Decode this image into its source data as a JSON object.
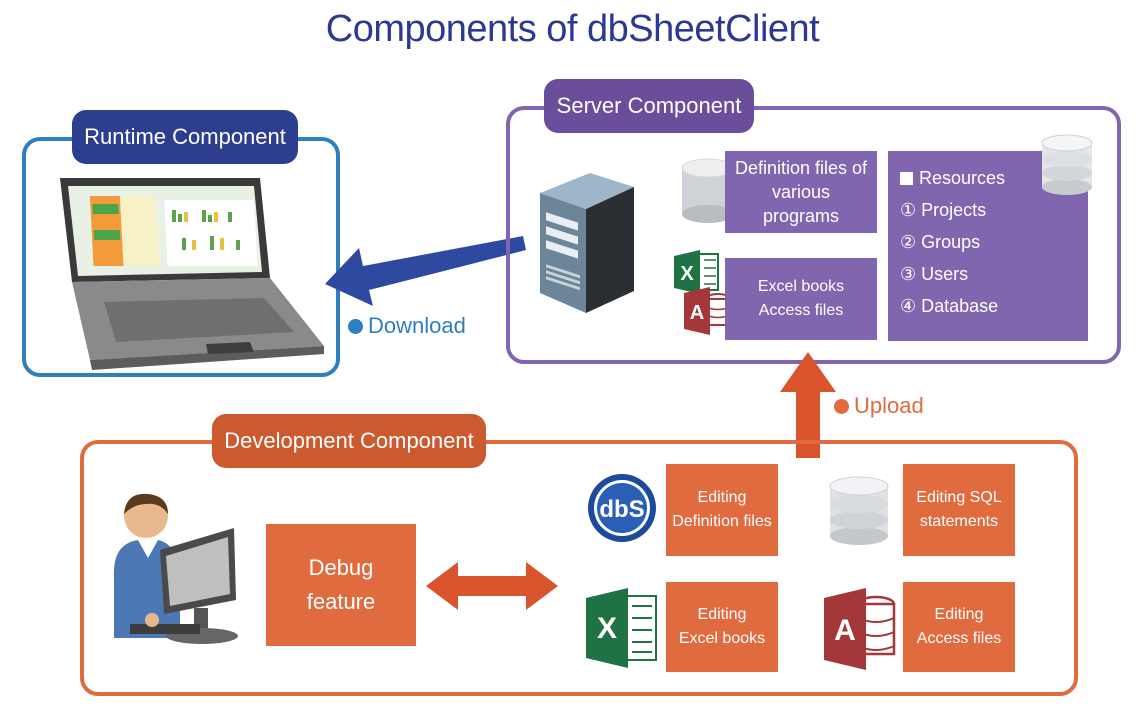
{
  "title": "Components of dbSheetClient",
  "runtime": {
    "label": "Runtime Component"
  },
  "server": {
    "label": "Server Component",
    "definition_box": "Definition files of various programs",
    "excel_access_box": [
      "Excel books",
      "Access files"
    ],
    "resources": {
      "heading": "Resources",
      "items": [
        "① Projects",
        "② Groups",
        "③ Users",
        "④ Database"
      ]
    }
  },
  "download_label": "Download",
  "upload_label": "Upload",
  "development": {
    "label": "Development Component",
    "debug_box": [
      "Debug",
      "feature"
    ],
    "editing_definition": [
      "Editing",
      "Definition files"
    ],
    "editing_sql": [
      "Editing SQL",
      "statements"
    ],
    "editing_excel": [
      "Editing",
      "Excel books"
    ],
    "editing_access": [
      "Editing",
      "Access files"
    ],
    "dbs_logo_text": "dbS"
  },
  "icon_letters": {
    "excel": "X",
    "access": "A"
  },
  "colors": {
    "title": "#2b3990",
    "runtime": "#2e7fc0",
    "runtime_tag": "#2d3e8f",
    "server": "#8066ae",
    "server_tag": "#6a4e9b",
    "development": "#e06b3f",
    "development_tag": "#cc5a2f",
    "download_arrow": "#2d4aa0",
    "upload_arrow": "#d9532c"
  }
}
